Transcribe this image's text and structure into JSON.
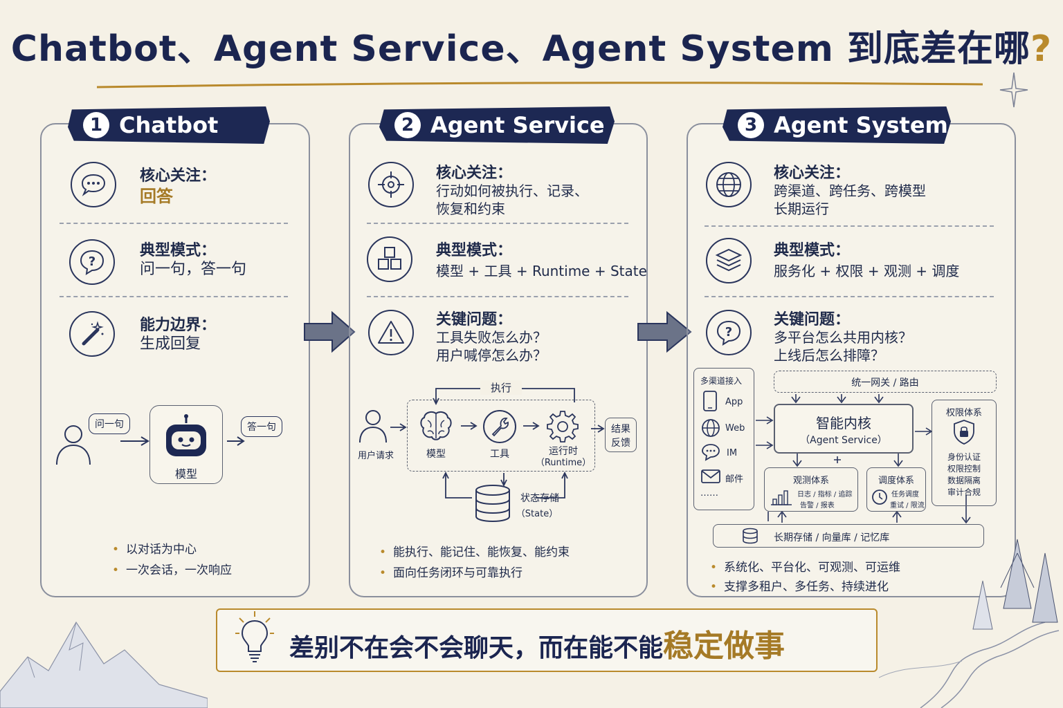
{
  "title": {
    "main": "Chatbot、Agent Service、Agent System 到底差在哪",
    "mark": "?"
  },
  "panels": [
    {
      "num": "1",
      "name": "Chatbot",
      "sections": [
        {
          "icon": "chat-bubble-icon",
          "title": "核心关注：",
          "lines": [
            "回答"
          ]
        },
        {
          "icon": "question-icon",
          "title": "典型模式：",
          "lines": [
            "问一句，答一句"
          ]
        },
        {
          "icon": "magic-wand-icon",
          "title": "能力边界：",
          "lines": [
            "生成回复"
          ]
        }
      ],
      "diagram": {
        "ask": "问一句",
        "answer": "答一句",
        "model": "模型"
      },
      "bullets": [
        "以对话为中心",
        "一次会话，一次响应"
      ]
    },
    {
      "num": "2",
      "name": "Agent Service",
      "sections": [
        {
          "icon": "target-icon",
          "title": "核心关注：",
          "lines": [
            "行动如何被执行、记录、",
            "恢复和约束"
          ]
        },
        {
          "icon": "cubes-icon",
          "title": "典型模式：",
          "lines": [
            "模型 + 工具 + Runtime + State"
          ]
        },
        {
          "icon": "warning-icon",
          "title": "关键问题：",
          "lines": [
            "工具失败怎么办？",
            "用户喊停怎么办？"
          ]
        }
      ],
      "diagram": {
        "exec": "执行",
        "user": "用户请求",
        "model": "模型",
        "tool": "工具",
        "runtime1": "运行时",
        "runtime2": "（Runtime）",
        "result1": "结果",
        "result2": "反馈",
        "state1": "状态存储",
        "state2": "（State）"
      },
      "bullets": [
        "能执行、能记住、能恢复、能约束",
        "面向任务闭环与可靠执行"
      ]
    },
    {
      "num": "3",
      "name": "Agent System",
      "sections": [
        {
          "icon": "globe-icon",
          "title": "核心关注：",
          "lines": [
            "跨渠道、跨任务、跨模型",
            "长期运行"
          ]
        },
        {
          "icon": "layers-icon",
          "title": "典型模式：",
          "lines": [
            "服务化 + 权限 + 观测 + 调度"
          ]
        },
        {
          "icon": "question-icon",
          "title": "关键问题：",
          "lines": [
            "多平台怎么共用内核？",
            "上线后怎么排障？"
          ]
        }
      ],
      "diagram": {
        "channels_title": "多渠道接入",
        "channels": [
          "App",
          "Web",
          "IM",
          "邮件",
          "……"
        ],
        "gateway": "统一网关 / 路由",
        "core1": "智能内核",
        "core2": "（Agent Service）",
        "perm_title": "权限体系",
        "perm_items": [
          "身份认证",
          "权限控制",
          "数据隔离",
          "审计合规"
        ],
        "obs_title": "观测体系",
        "obs1": "日志 / 指标 / 追踪",
        "obs2": "告警 / 报表",
        "sched_title": "调度体系",
        "sched1": "任务调度",
        "sched2": "重试 / 限流",
        "storage": "长期存储 / 向量库 / 记忆库"
      },
      "bullets": [
        "系统化、平台化、可观测、可运维",
        "支撑多租户、多任务、持续进化"
      ]
    }
  ],
  "bottom": {
    "prefix": "差别不在会不会聊天，而在能不能",
    "highlight": "稳定做事"
  },
  "colors": {
    "navy": "#1d2853",
    "gold": "#b98a2c",
    "paper": "#f5f1e6"
  }
}
